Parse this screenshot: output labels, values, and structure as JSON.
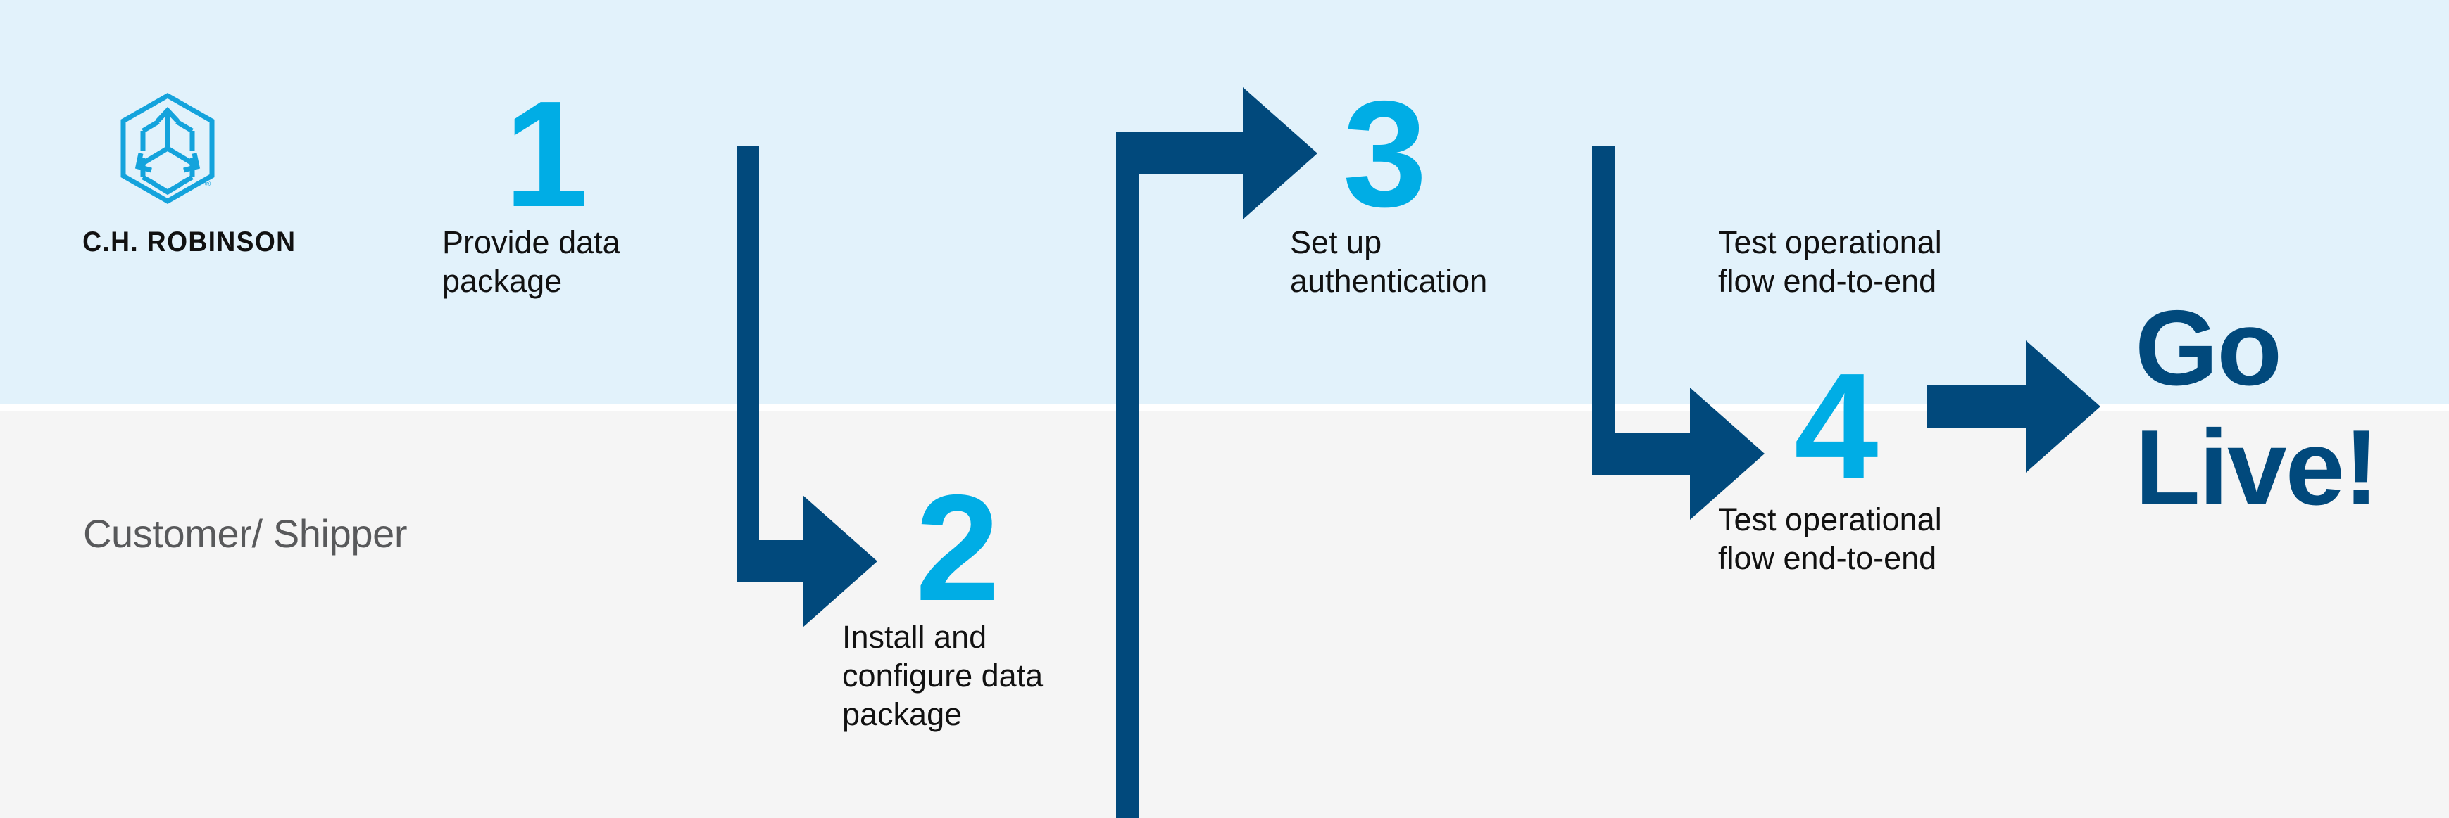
{
  "colors": {
    "band_top_bg": "#e2f2fb",
    "band_bottom_bg": "#f5f5f5",
    "arrow_navy": "#01497c",
    "number_cyan": "#00ade5",
    "brand_logo_blue": "#14a3dc",
    "caption_text": "#111111",
    "lane_label_text": "#58595b",
    "go_live_text": "#01497c"
  },
  "brand": {
    "logo_icon": "hexagon-arrows-icon",
    "wordmark": "C.H. ROBINSON",
    "registered_mark": "®"
  },
  "lanes": {
    "top_label": "",
    "bottom_label": "Customer/\nShipper"
  },
  "steps": [
    {
      "number": "1",
      "caption": "Provide data\npackage",
      "lane": "top"
    },
    {
      "number": "2",
      "caption": "Install and\nconfigure data\npackage",
      "lane": "bottom"
    },
    {
      "number": "3",
      "caption": "Set up\nauthentication",
      "lane": "top"
    },
    {
      "number": "4",
      "caption_above": "Test operational\nflow end-to-end",
      "caption_below": "Test operational\nflow end-to-end",
      "lane": "boundary"
    }
  ],
  "finish": {
    "label": "Go\nLive!"
  },
  "connectors": [
    {
      "name": "step1-to-step2",
      "shape": "right-then-down-arrow"
    },
    {
      "name": "step2-to-step3",
      "shape": "up-then-right-arrow"
    },
    {
      "name": "step3-to-step4",
      "shape": "right-then-down-arrow"
    },
    {
      "name": "step4-to-golive",
      "shape": "straight-right-arrow"
    }
  ]
}
